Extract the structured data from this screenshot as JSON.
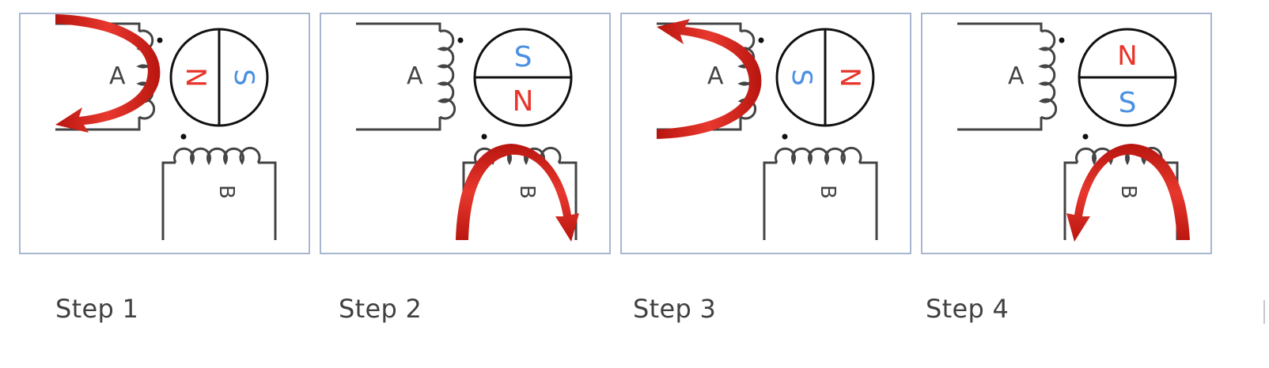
{
  "coil_labels": {
    "a": "A",
    "b": "B"
  },
  "colors": {
    "north": "#e8342a",
    "south": "#4a90e2",
    "arrow": "#d2231c",
    "panel_border": "#a9b6cf",
    "wire": "#444444"
  },
  "steps": [
    {
      "caption": "Step 1",
      "rotor": {
        "orientation": "vertical",
        "first_pole": "N",
        "second_pole": "S"
      },
      "active_coil": "A",
      "arrow_direction": "left-down"
    },
    {
      "caption": "Step 2",
      "rotor": {
        "orientation": "horizontal",
        "first_pole": "S",
        "second_pole": "N"
      },
      "active_coil": "B",
      "arrow_direction": "down-right"
    },
    {
      "caption": "Step 3",
      "rotor": {
        "orientation": "vertical",
        "first_pole": "S",
        "second_pole": "N"
      },
      "active_coil": "A",
      "arrow_direction": "left-up"
    },
    {
      "caption": "Step 4",
      "rotor": {
        "orientation": "horizontal",
        "first_pole": "N",
        "second_pole": "S"
      },
      "active_coil": "B",
      "arrow_direction": "down-left"
    }
  ]
}
